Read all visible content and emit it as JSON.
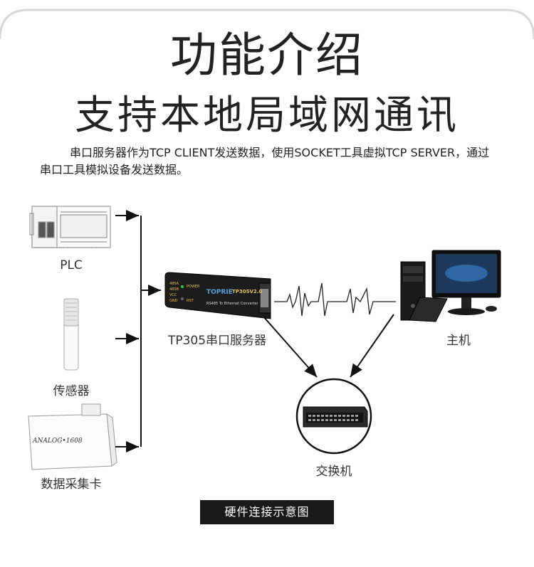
{
  "header": {
    "title": "功能介绍",
    "subtitle": "支持本地局域网通讯",
    "description": "串口服务器作为TCP CLIENT发送数据，使用SOCKET工具虚拟TCP SERVER，通过串口工具模拟设备发送数据。"
  },
  "devices": {
    "plc": "PLC",
    "sensor": "传感器",
    "daq": "数据采集卡",
    "daq_card_text": "ANALOG•1608",
    "server": "TP305串口服务器",
    "server_brand": "TOPRIE",
    "server_model": "TP305V2.0",
    "server_sub": "RS485 To Ethernet Converter",
    "server_leds": [
      "485A",
      "485B",
      "VCC",
      "GND"
    ],
    "server_power": "POWER",
    "server_rst": "RST",
    "host": "主机",
    "switch": "交换机"
  },
  "caption": "硬件连接示意图"
}
